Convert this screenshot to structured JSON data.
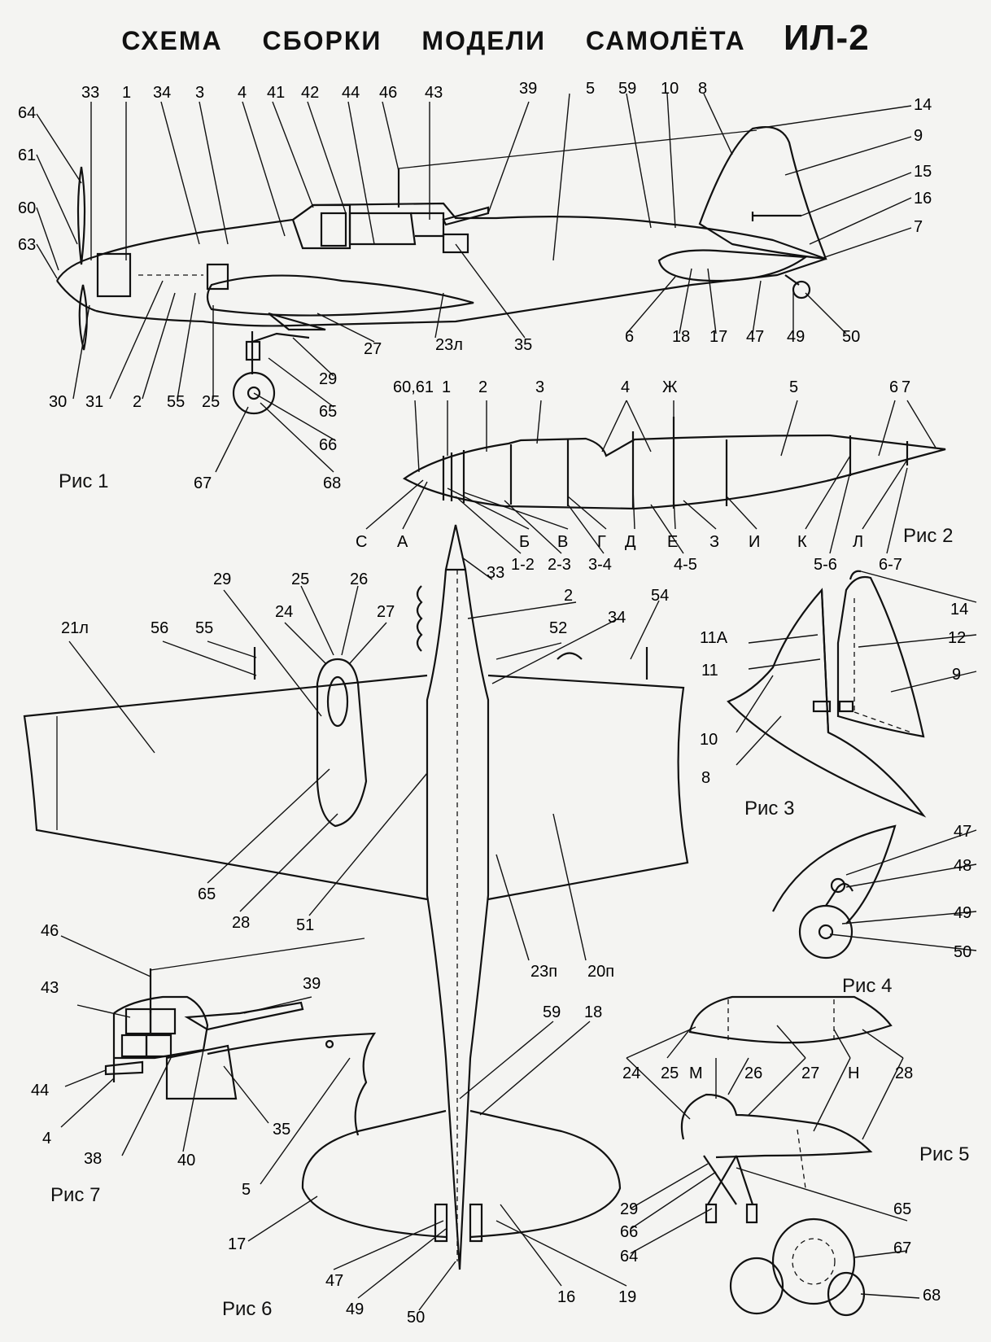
{
  "title": {
    "line1": "СХЕМА СБОРКИ МОДЕЛИ САМОЛЁТА",
    "line2": "ИЛ-2"
  },
  "figures": {
    "fig1": "Рис 1",
    "fig2": "Рис 2",
    "fig3": "Рис 3",
    "fig4": "Рис 4",
    "fig5": "Рис 5",
    "fig6": "Рис 6",
    "fig7": "Рис 7"
  },
  "callouts": {
    "fig1": [
      "33",
      "1",
      "34",
      "3",
      "4",
      "41",
      "42",
      "44",
      "46",
      "43",
      "39",
      "5",
      "59",
      "10",
      "8",
      "14",
      "9",
      "15",
      "16",
      "7",
      "64",
      "61",
      "60",
      "63",
      "30",
      "31",
      "2",
      "55",
      "25",
      "27",
      "23л",
      "35",
      "29",
      "65",
      "66",
      "67",
      "68",
      "6",
      "18",
      "17",
      "47",
      "49",
      "50"
    ],
    "fig2": [
      "60,61",
      "1",
      "2",
      "3",
      "4",
      "Ж",
      "5",
      "6",
      "7",
      "С",
      "А",
      "Б",
      "В",
      "Г",
      "Д",
      "Е",
      "З",
      "И",
      "К",
      "Л",
      "1-2",
      "2-3",
      "3-4",
      "4-5",
      "5-6",
      "6-7"
    ],
    "fig3": [
      "14",
      "12",
      "11А",
      "11",
      "9",
      "10",
      "8"
    ],
    "fig4": [
      "47",
      "48",
      "49",
      "50"
    ],
    "fig5": [
      "24",
      "25",
      "М",
      "26",
      "27",
      "Н",
      "28",
      "29",
      "66",
      "64",
      "65",
      "67",
      "68"
    ],
    "fig6": [
      "21л",
      "56",
      "55",
      "29",
      "25",
      "26",
      "24",
      "27",
      "33",
      "2",
      "52",
      "34",
      "54",
      "65",
      "28",
      "51",
      "23п",
      "20п",
      "59",
      "18",
      "17",
      "47",
      "49",
      "50",
      "16",
      "19"
    ],
    "fig7": [
      "46",
      "43",
      "39",
      "44",
      "4",
      "38",
      "40",
      "35",
      "5"
    ]
  }
}
